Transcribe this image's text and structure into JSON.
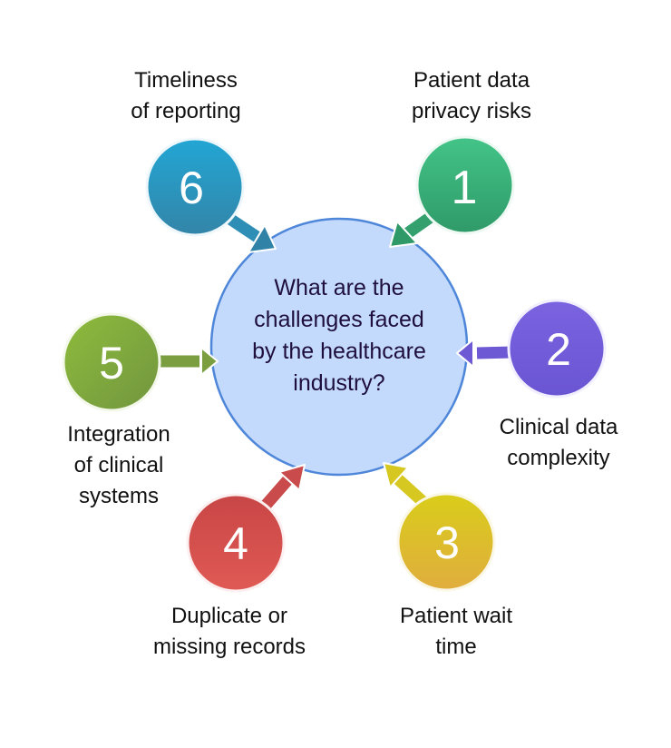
{
  "center": {
    "question_lines": [
      "What are the",
      "challenges faced",
      "by the healthcare",
      "industry?"
    ],
    "fill": "#c4dafc",
    "stroke": "#4e86d9",
    "text_color": "#1e0f3c"
  },
  "nodes": [
    {
      "number": "1",
      "label_lines": [
        "Patient data",
        "privacy risks"
      ],
      "color_top": "#43c488",
      "color_bottom": "#2f9a68"
    },
    {
      "number": "2",
      "label_lines": [
        "Clinical data",
        "complexity"
      ],
      "color_top": "#7b63e0",
      "color_bottom": "#6a55d2"
    },
    {
      "number": "3",
      "label_lines": [
        "Patient wait",
        "time"
      ],
      "color_top": "#d9cd1a",
      "color_bottom": "#e0ad3e"
    },
    {
      "number": "4",
      "label_lines": [
        "Duplicate or",
        "missing records"
      ],
      "color_top": "#c84646",
      "color_bottom": "#e05a55"
    },
    {
      "number": "5",
      "label_lines": [
        "Integration",
        "of clinical",
        "systems"
      ],
      "color_top": "#8ebc3c",
      "color_bottom": "#71953f"
    },
    {
      "number": "6",
      "label_lines": [
        "Timeliness",
        "of reporting"
      ],
      "color_top": "#22a6d4",
      "color_bottom": "#3385a8"
    }
  ]
}
